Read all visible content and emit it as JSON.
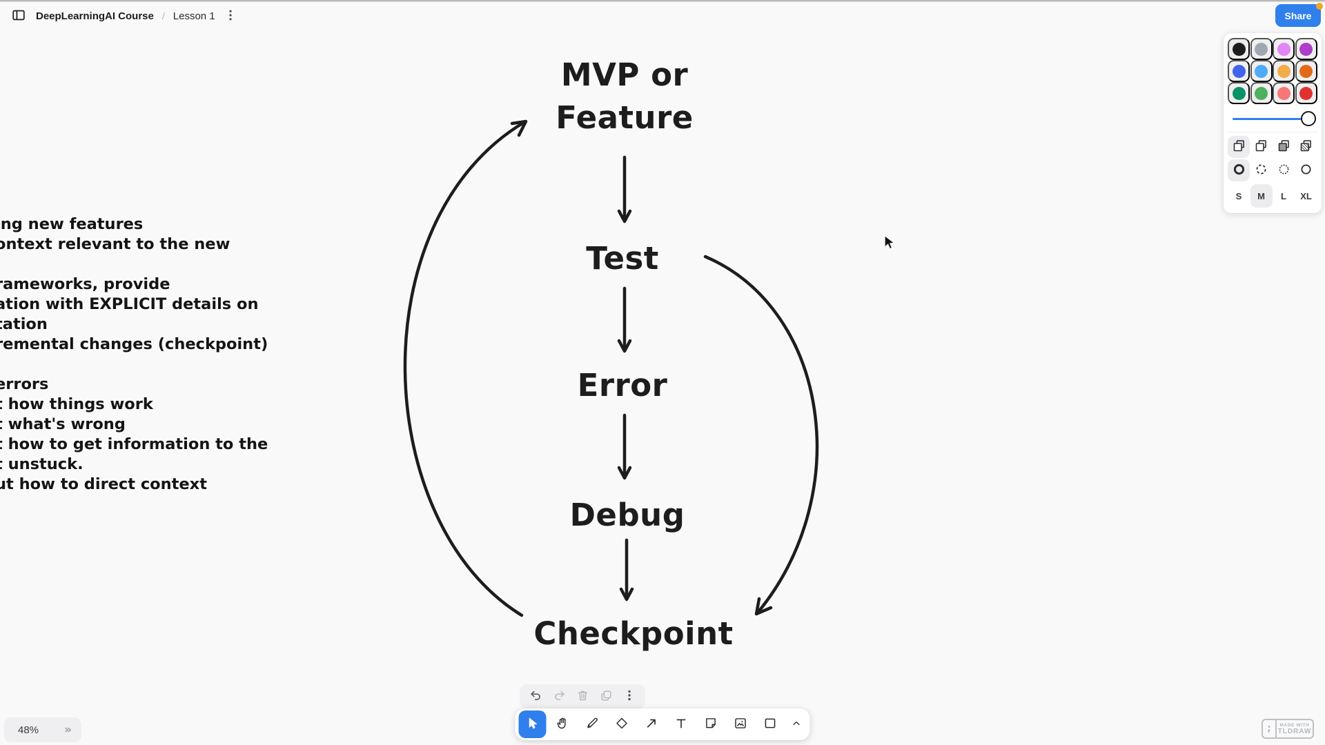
{
  "topbar": {
    "project": "DeepLearningAI Course",
    "separator": "/",
    "page": "Lesson 1",
    "share_label": "Share"
  },
  "style_panel": {
    "colors": [
      {
        "name": "black",
        "hex": "#1d1d1d",
        "selected": true
      },
      {
        "name": "grey",
        "hex": "#9fa8b2"
      },
      {
        "name": "light-violet",
        "hex": "#e085f4"
      },
      {
        "name": "violet",
        "hex": "#ae3ec9"
      },
      {
        "name": "blue",
        "hex": "#4263eb"
      },
      {
        "name": "light-blue",
        "hex": "#4dabf7"
      },
      {
        "name": "yellow",
        "hex": "#f1ac4b"
      },
      {
        "name": "orange",
        "hex": "#e16919"
      },
      {
        "name": "green",
        "hex": "#099268"
      },
      {
        "name": "light-green",
        "hex": "#4cb05e"
      },
      {
        "name": "light-red",
        "hex": "#f87777"
      },
      {
        "name": "red",
        "hex": "#e03131"
      }
    ],
    "opacity_slider": {
      "value": "100%",
      "selected_color": "#2f80ed"
    },
    "fill_options": [
      "none",
      "semi",
      "solid",
      "pattern"
    ],
    "fill_selected": "none",
    "dash_options": [
      "draw",
      "dashed",
      "dotted",
      "solid"
    ],
    "dash_selected": "draw",
    "sizes": [
      {
        "label": "S"
      },
      {
        "label": "M",
        "selected": true
      },
      {
        "label": "L"
      },
      {
        "label": "XL"
      }
    ]
  },
  "canvas": {
    "flowchart": {
      "nodes": [
        {
          "id": "mvp",
          "lines": [
            "MVP or",
            "Feature"
          ]
        },
        {
          "id": "test",
          "label": "Test"
        },
        {
          "id": "error",
          "label": "Error"
        },
        {
          "id": "debug",
          "label": "Debug"
        },
        {
          "id": "checkpoint",
          "label": "Checkpoint"
        }
      ],
      "arrows": [
        "mvp-to-test",
        "test-to-error",
        "error-to-debug",
        "debug-to-checkpoint",
        "checkpoint-loop-to-mvp-left-curve",
        "test-loop-to-checkpoint-right-curve"
      ]
    },
    "notes_fragment": {
      "lines": [
        "ing new features",
        "ontext relevant to the new",
        "",
        "rameworks, provide",
        "ation with EXPLICIT details on",
        "tation",
        "remental changes (checkpoint)",
        "",
        "errors",
        "t how things work",
        "t what's wrong",
        "t how to get information to the",
        "t unstuck.",
        "ut how to direct context"
      ]
    }
  },
  "quick_actions": {
    "items": [
      "undo",
      "redo",
      "delete",
      "duplicate",
      "more"
    ]
  },
  "toolbar": {
    "tools": [
      "select",
      "hand",
      "draw",
      "eraser",
      "arrow",
      "text",
      "note",
      "asset",
      "rectangle",
      "more-tools"
    ],
    "selected": "select"
  },
  "statusbar": {
    "zoom": "48%"
  },
  "watermark": {
    "line1": "MADE WITH",
    "line2": "TLDRAW",
    "logo": ";"
  },
  "ui_colors": {
    "accent_blue": "#2f80ed",
    "canvas_bg": "#f9f9fa",
    "ink": "#1d1d1d",
    "share_notification_dot": "#f5a623"
  }
}
